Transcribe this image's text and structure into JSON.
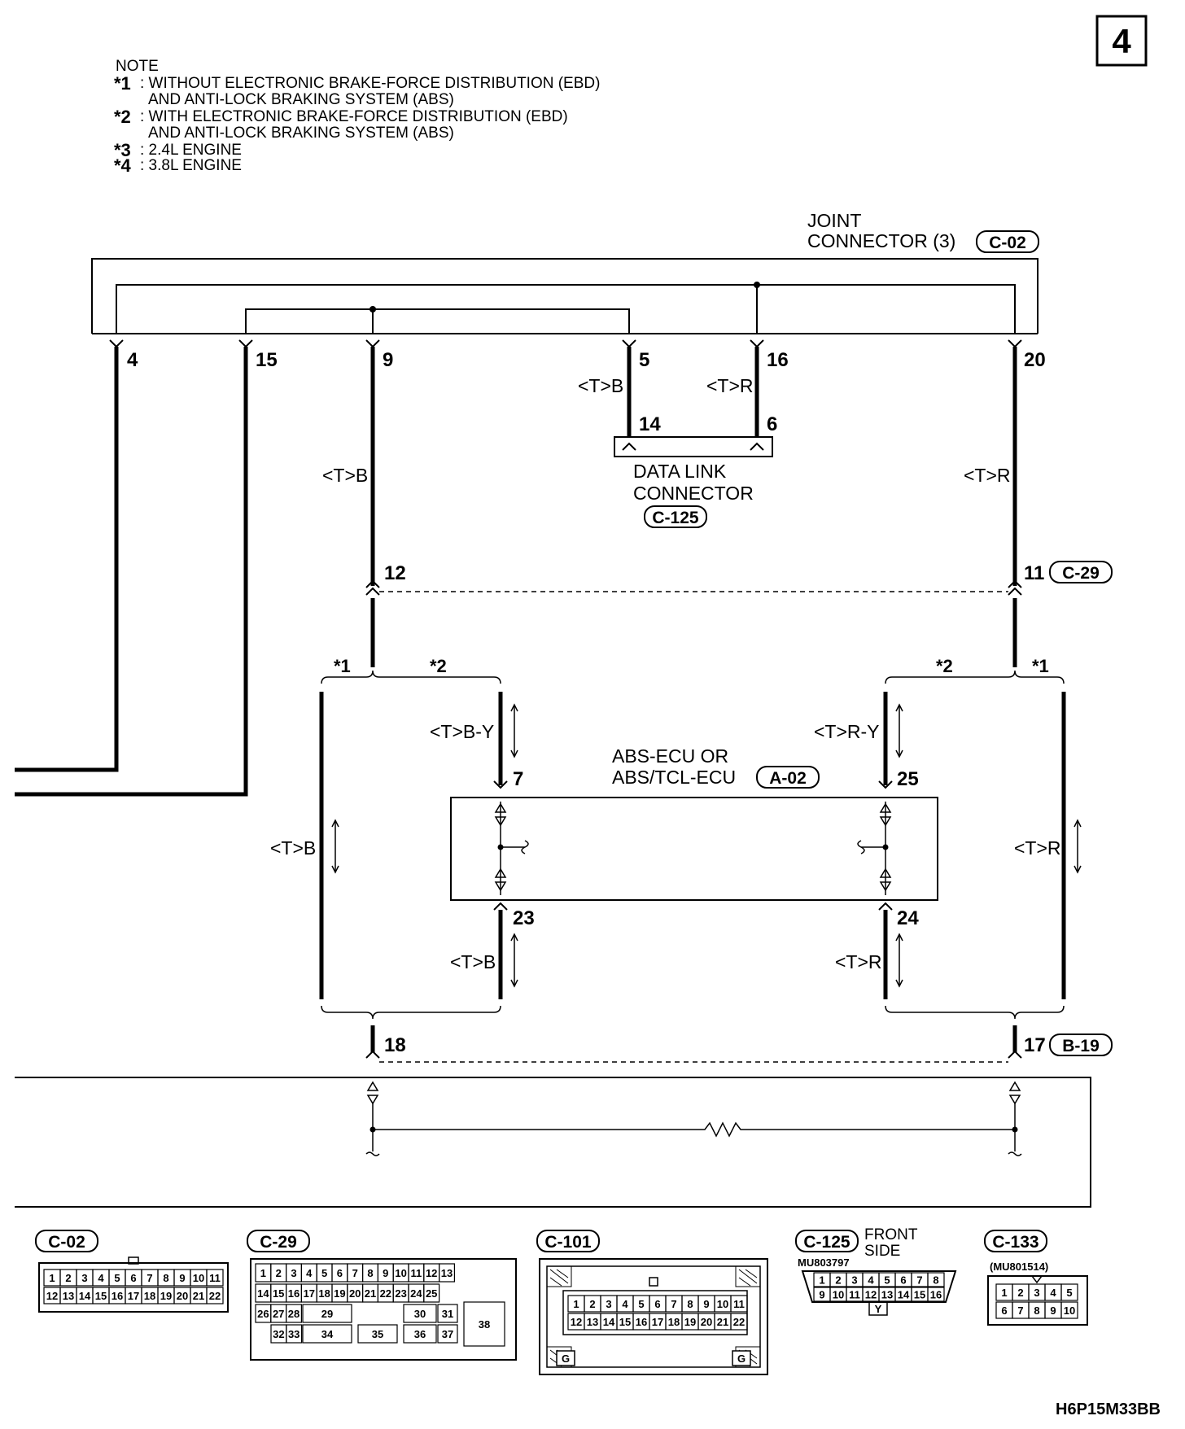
{
  "page_number": "4",
  "note": {
    "heading": "NOTE",
    "items": [
      {
        "mark": "*1",
        "text": ": WITHOUT ELECTRONIC BRAKE-FORCE DISTRIBUTION (EBD)",
        "text2": "AND ANTI-LOCK BRAKING SYSTEM (ABS)"
      },
      {
        "mark": "*2",
        "text": ": WITH ELECTRONIC BRAKE-FORCE DISTRIBUTION (EBD)",
        "text2": "AND ANTI-LOCK BRAKING SYSTEM (ABS)"
      },
      {
        "mark": "*3",
        "text": ": 2.4L ENGINE",
        "text2": ""
      },
      {
        "mark": "*4",
        "text": ": 3.8L ENGINE",
        "text2": ""
      }
    ]
  },
  "joint_connector": {
    "line1": "JOINT",
    "line2": "CONNECTOR (3)",
    "id": "C-02"
  },
  "joint_pins": [
    "4",
    "15",
    "9",
    "5",
    "16",
    "20"
  ],
  "data_link_connector": {
    "line1": "DATA LINK",
    "line2": "CONNECTOR",
    "id": "C-125",
    "pin_left": "14",
    "pin_right": "6"
  },
  "wire_colors": {
    "tb": "<T>B",
    "tr": "<T>R",
    "tby": "<T>B-Y",
    "try": "<T>R-Y"
  },
  "c29": {
    "id": "C-29",
    "pin_left": "12",
    "pin_right": "11"
  },
  "stars": {
    "s1": "*1",
    "s2": "*2"
  },
  "ecu": {
    "line1": "ABS-ECU OR",
    "line2": "ABS/TCL-ECU",
    "id": "A-02",
    "pins": {
      "tl": "7",
      "tr": "25",
      "bl": "23",
      "br": "24"
    }
  },
  "b19": {
    "id": "B-19",
    "pin_left": "18",
    "pin_right": "17"
  },
  "connectors": {
    "c02": {
      "id": "C-02",
      "row1": [
        "1",
        "2",
        "3",
        "4",
        "5",
        "6",
        "7",
        "8",
        "9",
        "10",
        "11"
      ],
      "row2": [
        "12",
        "13",
        "14",
        "15",
        "16",
        "17",
        "18",
        "19",
        "20",
        "21",
        "22"
      ]
    },
    "c29": {
      "id": "C-29",
      "row1": [
        "1",
        "2",
        "3",
        "4",
        "5",
        "6",
        "7",
        "8",
        "9",
        "10",
        "11",
        "12",
        "13"
      ],
      "row2": [
        "14",
        "15",
        "16",
        "17",
        "18",
        "19",
        "20",
        "21",
        "22",
        "23",
        "24",
        "25"
      ],
      "row3": [
        "26",
        "27",
        "28",
        "29",
        "30",
        "31"
      ],
      "row4": [
        "32",
        "33",
        "34",
        "35",
        "36",
        "37"
      ],
      "big": "38"
    },
    "c101": {
      "id": "C-101",
      "row1": [
        "1",
        "2",
        "3",
        "4",
        "5",
        "6",
        "7",
        "8",
        "9",
        "10",
        "11"
      ],
      "row2": [
        "12",
        "13",
        "14",
        "15",
        "16",
        "17",
        "18",
        "19",
        "20",
        "21",
        "22"
      ],
      "g": "G"
    },
    "c125": {
      "id": "C-125",
      "side1": "FRONT",
      "side2": "SIDE",
      "part": "MU803797",
      "row1": [
        "1",
        "2",
        "3",
        "4",
        "5",
        "6",
        "7",
        "8"
      ],
      "row2": [
        "9",
        "10",
        "11",
        "12",
        "13",
        "14",
        "15",
        "16"
      ],
      "y": "Y"
    },
    "c133": {
      "id": "C-133",
      "part": "(MU801514)",
      "row1": [
        "1",
        "2",
        "3",
        "4",
        "5"
      ],
      "row2": [
        "6",
        "7",
        "8",
        "9",
        "10"
      ]
    }
  },
  "drawing_code": "H6P15M33BB"
}
